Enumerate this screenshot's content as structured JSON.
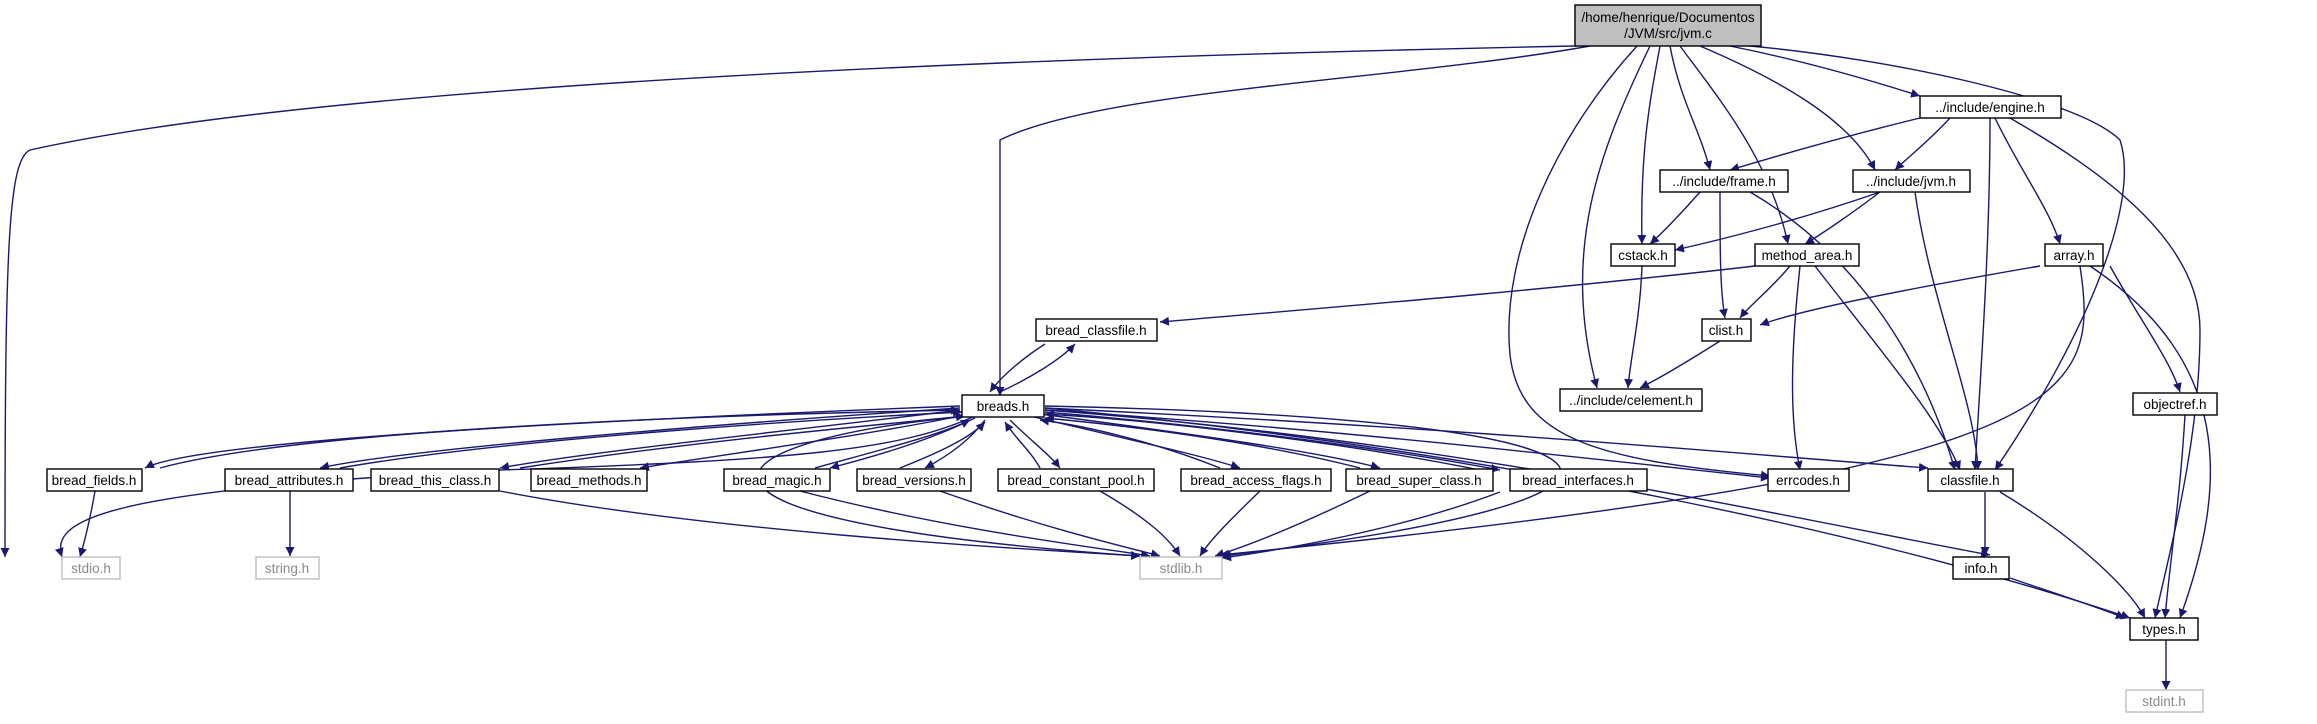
{
  "graph": {
    "title": "",
    "edge_color": "#191970",
    "root_fill": "#bfbfbf",
    "system_header_color": "#bfbfbf",
    "nodes": {
      "root": [
        "/home/henrique/Documentos",
        "/JVM/src/jvm.c"
      ],
      "engine_h": "../include/engine.h",
      "frame_h": "../include/frame.h",
      "jvm_h": "../include/jvm.h",
      "cstack_h": "cstack.h",
      "method_area_h": "method_area.h",
      "array_h": "array.h",
      "bread_classfile_h": "bread_classfile.h",
      "clist_h": "clist.h",
      "celement_h": "../include/celement.h",
      "objectref_h": "objectref.h",
      "breads_h": "breads.h",
      "bread_fields_h": "bread_fields.h",
      "bread_attributes_h": "bread_attributes.h",
      "bread_this_class_h": "bread_this_class.h",
      "bread_methods_h": "bread_methods.h",
      "bread_magic_h": "bread_magic.h",
      "bread_versions_h": "bread_versions.h",
      "bread_constant_pool_h": "bread_constant_pool.h",
      "bread_access_flags_h": "bread_access_flags.h",
      "bread_super_class_h": "bread_super_class.h",
      "bread_interfaces_h": "bread_interfaces.h",
      "errcodes_h": "errcodes.h",
      "classfile_h": "classfile.h",
      "stdio_h": "stdio.h",
      "string_h": "string.h",
      "stdlib_h": "stdlib.h",
      "info_h": "info.h",
      "types_h": "types.h",
      "stdint_h": "stdint.h"
    }
  }
}
